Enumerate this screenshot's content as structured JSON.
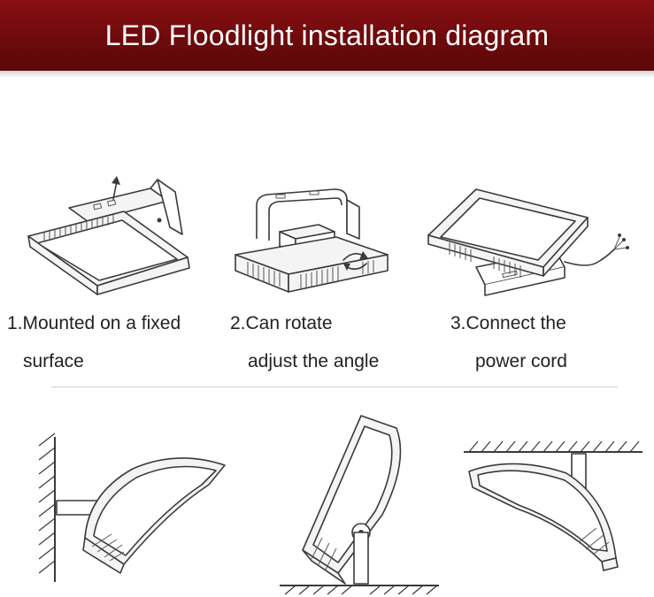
{
  "header": {
    "title": "LED Floodlight installation diagram"
  },
  "steps": [
    {
      "line1": "1.Mounted on a fixed",
      "line2": "surface"
    },
    {
      "line1": "2.Can rotate",
      "line2": "adjust the angle"
    },
    {
      "line1": "3.Connect the",
      "line2": "power cord"
    }
  ],
  "colors": {
    "banner": "#7a0c0f",
    "text": "#222222",
    "line_art": "#3a3a3a"
  }
}
